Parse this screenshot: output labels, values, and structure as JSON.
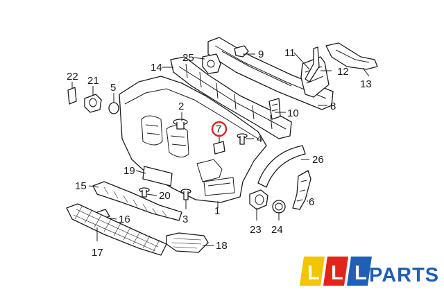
{
  "callouts": {
    "c1": "1",
    "c2": "2",
    "c3": "3",
    "c4": "4",
    "c5": "5",
    "c6": "6",
    "c7": "7",
    "c8": "8",
    "c9": "9",
    "c10": "10",
    "c11": "11",
    "c12": "12",
    "c13": "13",
    "c14": "14",
    "c15": "15",
    "c16": "16",
    "c17": "17",
    "c18": "18",
    "c19": "19",
    "c20": "20",
    "c21": "21",
    "c22": "22",
    "c23": "23",
    "c24": "24",
    "c25": "25",
    "c26": "26"
  },
  "highlighted_callout": "7",
  "logo": {
    "letters": [
      "L",
      "L",
      "L"
    ],
    "word": "PARTS"
  },
  "colors": {
    "line": "#1a1a1a",
    "highlight": "#e02020",
    "logo_yellow": "#f2c500",
    "logo_red": "#e1251b",
    "logo_blue": "#1f5fb5",
    "logo_text": "#1f5fb5"
  }
}
